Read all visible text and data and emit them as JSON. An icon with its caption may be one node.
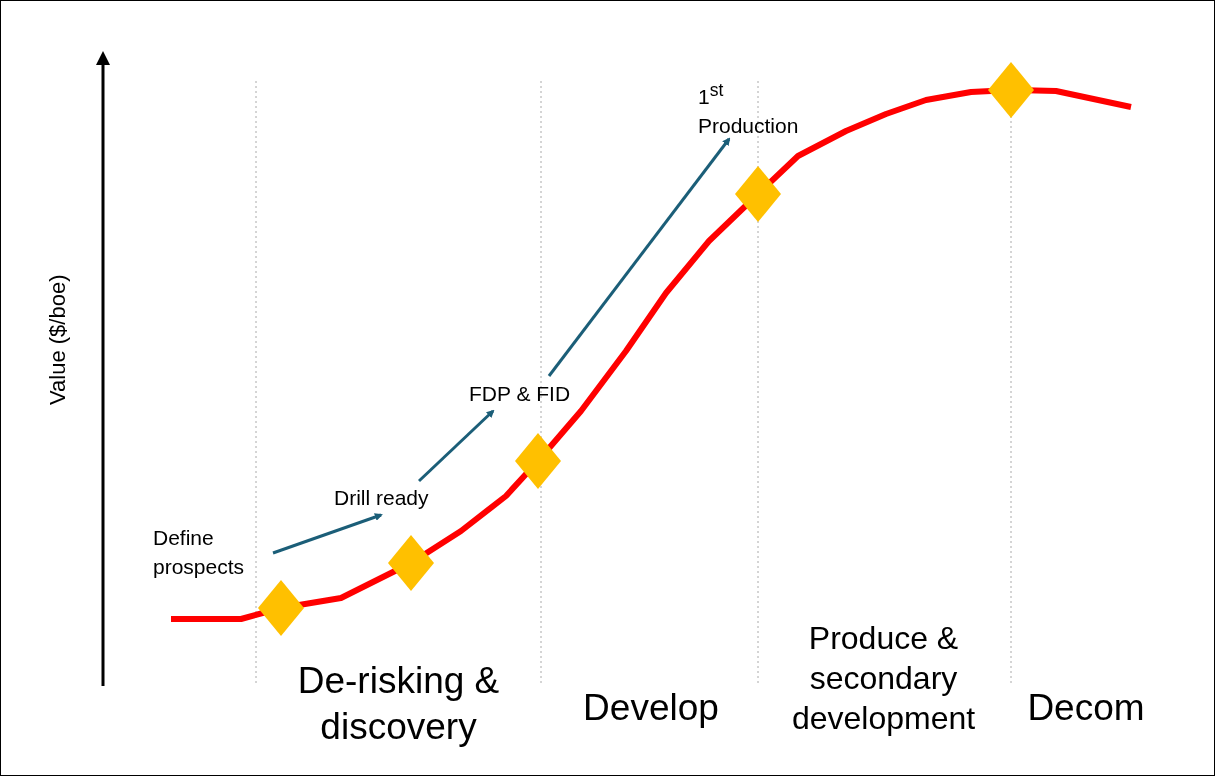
{
  "diagram": {
    "nodes": [
      {
        "text": [
          "Define prospects"
        ]
      },
      {
        "text": [
          "Drill ready"
        ]
      },
      {
        "text": [
          "FDP & FID"
        ]
      },
      {
        "text": [
          "1$^{st}$ Production"
        ]
      }
    ],
    "edges": [
      {
        "from": 0,
        "to": 1,
        "arrow": "to"
      },
      {
        "from": 1,
        "to": 2,
        "arrow": "to"
      },
      {
        "from": 2,
        "to": 3,
        "arrow": "to"
      }
    ],
    "labels": [
      "Value ($/boe)",
      "De-risking & discovery",
      "Develop",
      "Produce & secondary development",
      "Decom"
    ]
  }
}
